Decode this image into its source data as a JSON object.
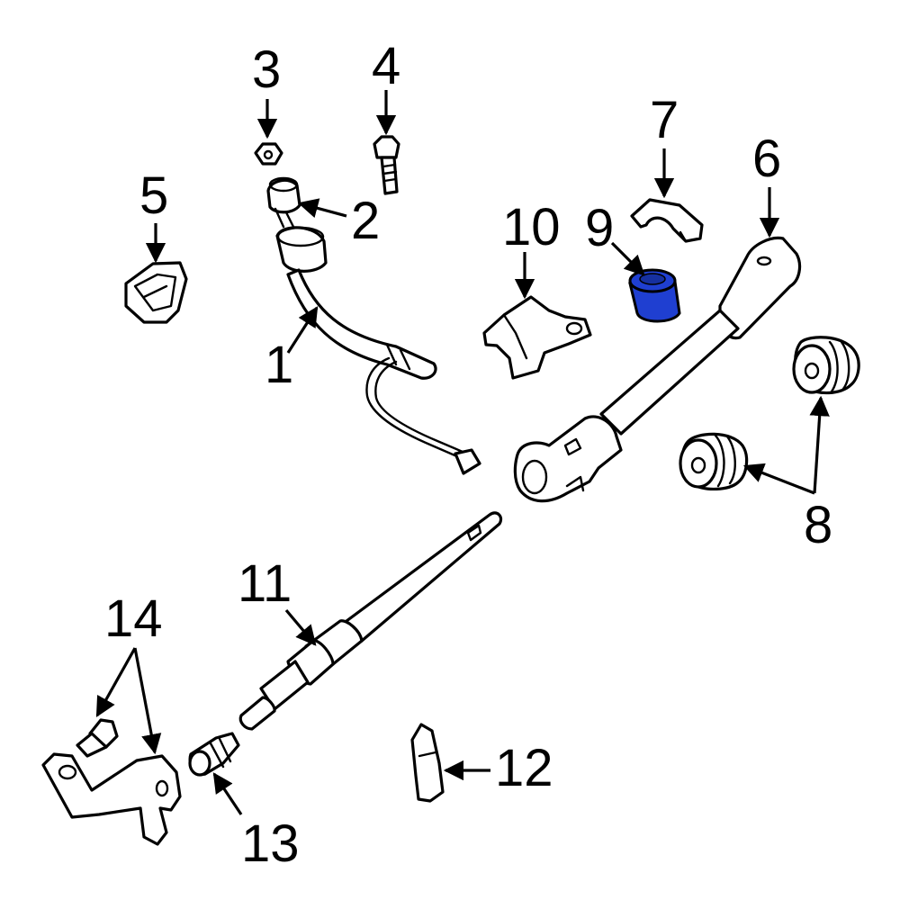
{
  "callouts": [
    {
      "id": "1",
      "label": "1"
    },
    {
      "id": "2",
      "label": "2"
    },
    {
      "id": "3",
      "label": "3"
    },
    {
      "id": "4",
      "label": "4"
    },
    {
      "id": "5",
      "label": "5"
    },
    {
      "id": "6",
      "label": "6"
    },
    {
      "id": "7",
      "label": "7"
    },
    {
      "id": "8",
      "label": "8"
    },
    {
      "id": "9",
      "label": "9"
    },
    {
      "id": "10",
      "label": "10"
    },
    {
      "id": "11",
      "label": "11"
    },
    {
      "id": "12",
      "label": "12"
    },
    {
      "id": "13",
      "label": "13"
    },
    {
      "id": "14",
      "label": "14"
    }
  ],
  "highlight": {
    "part": "9",
    "color": "#1f3fd1"
  }
}
